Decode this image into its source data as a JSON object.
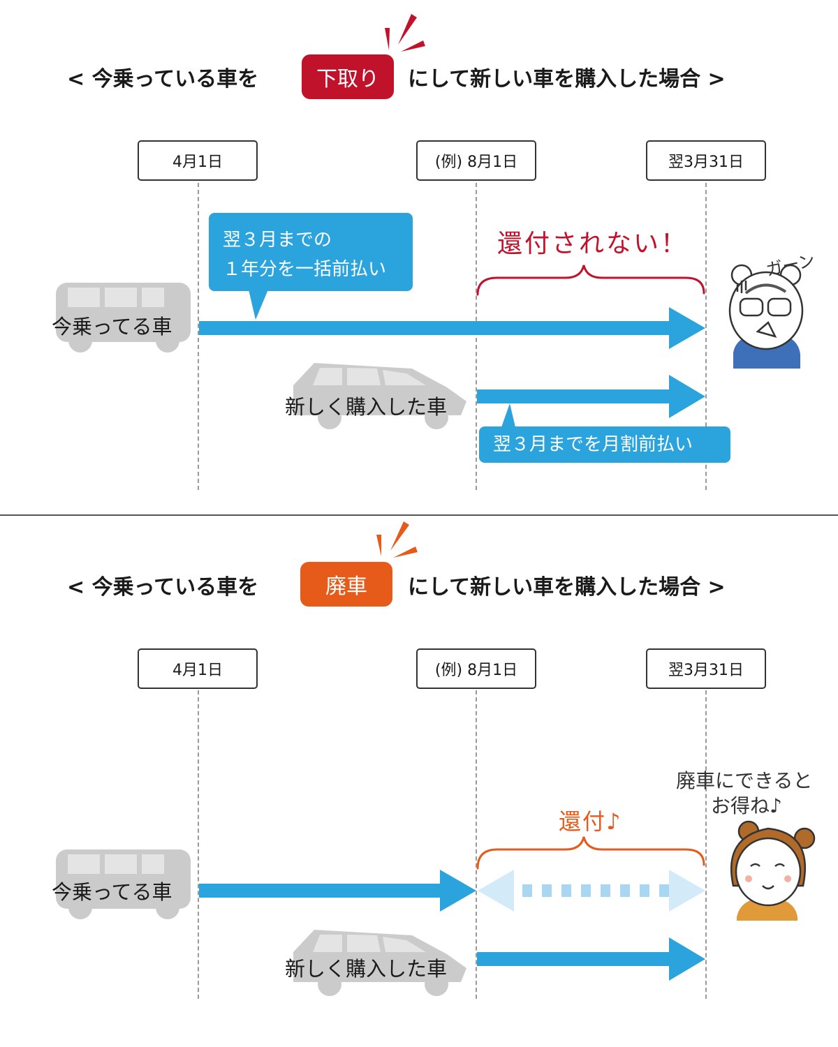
{
  "top": {
    "heading_left": "< 今乗っている車を",
    "badge": "下取り",
    "heading_right": "にして新しい車を購入した場合 >",
    "badge_color": "#c0122b",
    "dates": [
      "4月1日",
      "(例) 8月1日",
      "翌3月31日"
    ],
    "current_car_label": "今乗ってる車",
    "new_car_label": "新しく購入した車",
    "callout_1_line1": "翌３月までの",
    "callout_1_line2": "１年分を一括前払い",
    "callout_2": "翌３月までを月割前払い",
    "no_refund_text": "還付されない！",
    "shock_text": "ガーン",
    "note_color": "#c0122b"
  },
  "bottom": {
    "heading_left": "< 今乗っている車を",
    "badge": "廃車",
    "heading_right": "にして新しい車を購入した場合 >",
    "badge_color": "#e65a1a",
    "dates": [
      "4月1日",
      "(例) 8月1日",
      "翌3月31日"
    ],
    "current_car_label": "今乗ってる車",
    "new_car_label": "新しく購入した車",
    "refund_text": "還付♪",
    "happy_line1": "廃車にできると",
    "happy_line2": "お得ね♪",
    "note_color": "#e65a1a"
  },
  "colors": {
    "arrow": "#2ba3dc",
    "arrow_light": "#d3ebf8",
    "car": "#cbcbcb"
  },
  "icons": [
    "car-silhouette-icon",
    "minivan-silhouette-icon",
    "burst-icon",
    "brace-icon",
    "shocked-bear-icon",
    "happy-tiger-icon"
  ]
}
